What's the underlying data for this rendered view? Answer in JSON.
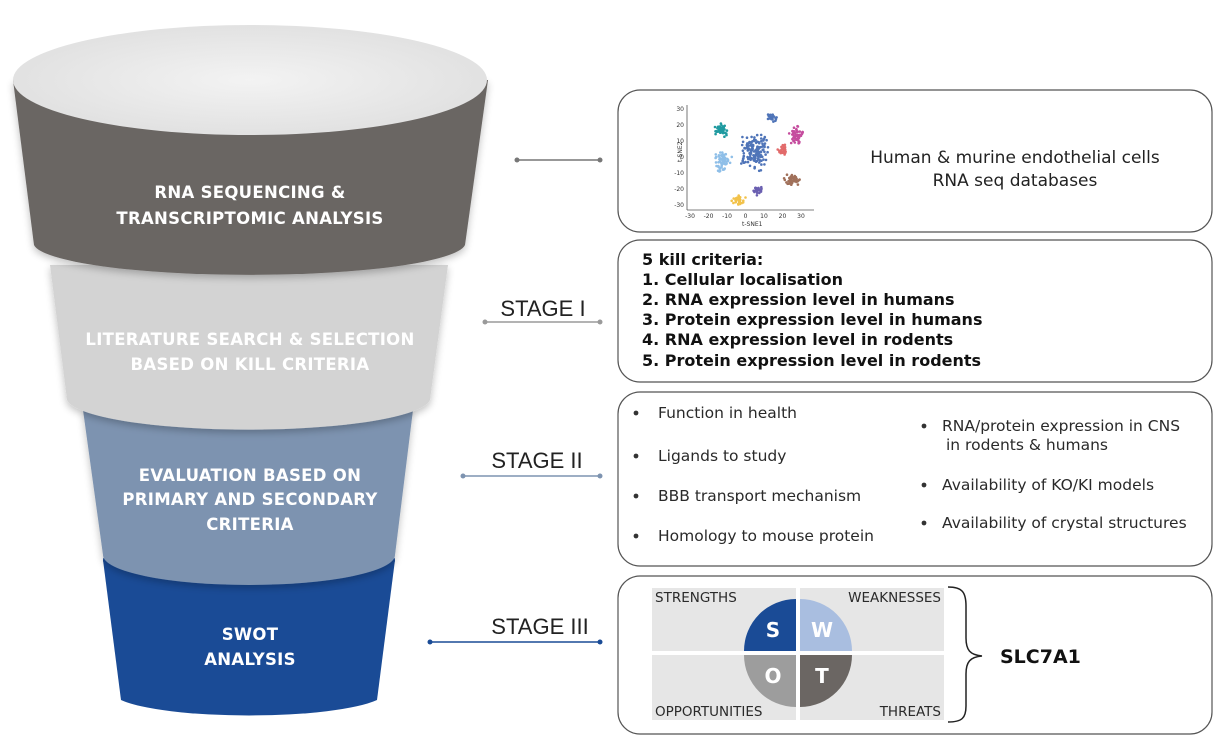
{
  "funnel": {
    "stage1_label_line1": "RNA SEQUENCING &",
    "stage1_label_line2": "TRANSCRIPTOMIC ANALYSIS",
    "stage2_label_line1": "LITERATURE SEARCH & SELECTION",
    "stage2_label_line2": "BASED ON KILL CRITERIA",
    "stage3_label_line1": "EVALUATION BASED ON",
    "stage3_label_line2": "PRIMARY AND SECONDARY",
    "stage3_label_line3": "CRITERIA",
    "stage4_label_line1": "SWOT",
    "stage4_label_line2": "ANALYSIS"
  },
  "stages": {
    "stage_i": "STAGE I",
    "stage_ii": "STAGE II",
    "stage_iii": "STAGE III"
  },
  "rnaseq_box": {
    "line1": "Human & murine endothelial cells",
    "line2": "RNA seq databases",
    "plot_xlabel": "t-SNE1",
    "plot_ylabel": "t-SNE2",
    "x_ticks": [
      "-30",
      "-20",
      "-10",
      "0",
      "10",
      "20",
      "30"
    ],
    "y_ticks": [
      "30",
      "20",
      "10",
      "0",
      "-10",
      "-20",
      "-30"
    ]
  },
  "kill_box": {
    "title": "5 kill criteria:",
    "items": [
      "1. Cellular localisation",
      "2. RNA expression level in humans",
      "3. Protein expression level in humans",
      "4. RNA expression level in rodents",
      "5. Protein expression level in rodents"
    ]
  },
  "criteria_box": {
    "left": [
      "Function in health",
      "Ligands to study",
      "BBB transport mechanism",
      "Homology to mouse protein"
    ],
    "right_item1_line1": "RNA/protein expression in CNS",
    "right_item1_line2": "in rodents & humans",
    "right_item2": "Availability of KO/KI models",
    "right_item3": "Availability of crystal structures"
  },
  "swot": {
    "strengths": "STRENGTHS",
    "weaknesses": "WEAKNESSES",
    "opportunities": "OPPORTUNITIES",
    "threats": "THREATS",
    "s": "S",
    "w": "W",
    "o": "O",
    "t": "T"
  },
  "result": "SLC7A1",
  "colors": {
    "funnel_top": "#e6e6e6",
    "band1": "#6b6663",
    "band2": "#d3d3d3",
    "band3": "#7d93b0",
    "band4": "#1a4b96",
    "swot_s": "#1a4b96",
    "swot_w": "#a9bee0",
    "swot_o": "#9d9d9d",
    "swot_t": "#6b6663"
  }
}
